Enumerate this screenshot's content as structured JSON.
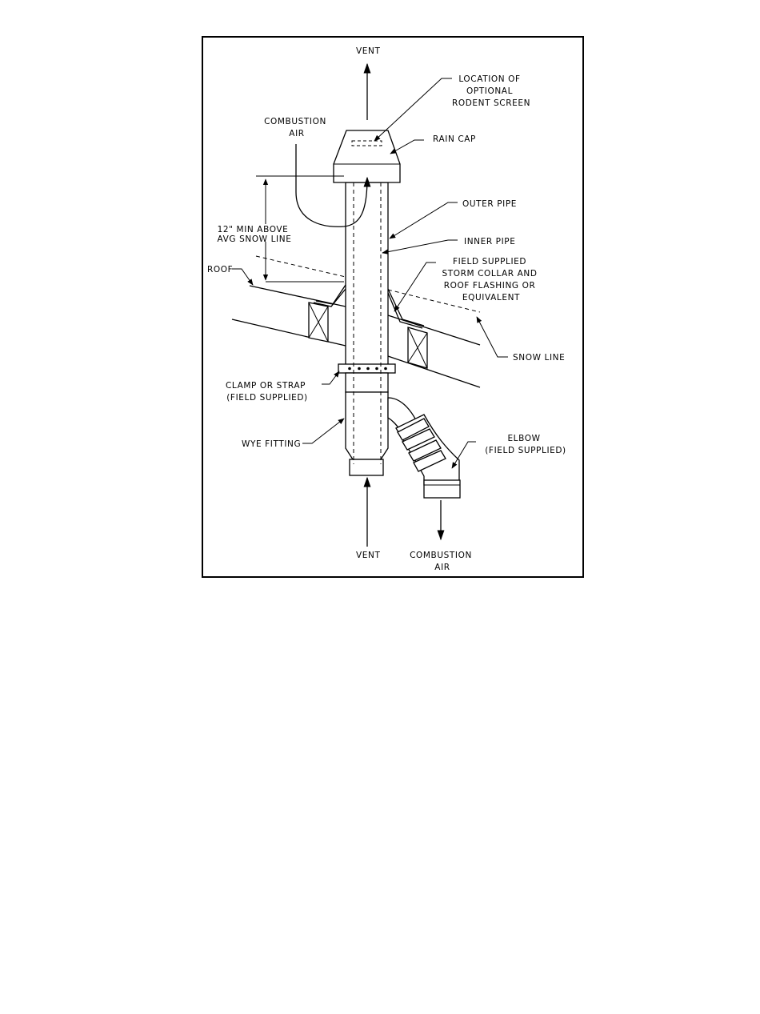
{
  "labels": {
    "vent_top": "VENT",
    "rodent_screen": [
      "LOCATION OF",
      "OPTIONAL",
      "RODENT SCREEN"
    ],
    "combustion_air_top": [
      "COMBUSTION",
      "AIR"
    ],
    "rain_cap": "RAIN CAP",
    "outer_pipe": "OUTER PIPE",
    "inner_pipe": "INNER PIPE",
    "min_above_snow": [
      "12\" MIN ABOVE",
      "AVG SNOW LINE"
    ],
    "roof": "ROOF",
    "storm_collar": [
      "FIELD SUPPLIED",
      "STORM COLLAR AND",
      "ROOF FLASHING OR",
      "EQUIVALENT"
    ],
    "snow_line": "SNOW LINE",
    "clamp": [
      "CLAMP OR STRAP",
      "(FIELD SUPPLIED)"
    ],
    "wye_fitting": "WYE FITTING",
    "elbow": [
      "ELBOW",
      "(FIELD SUPPLIED)"
    ],
    "vent_bottom": "VENT",
    "combustion_air_bottom": [
      "COMBUSTION",
      "AIR"
    ]
  }
}
